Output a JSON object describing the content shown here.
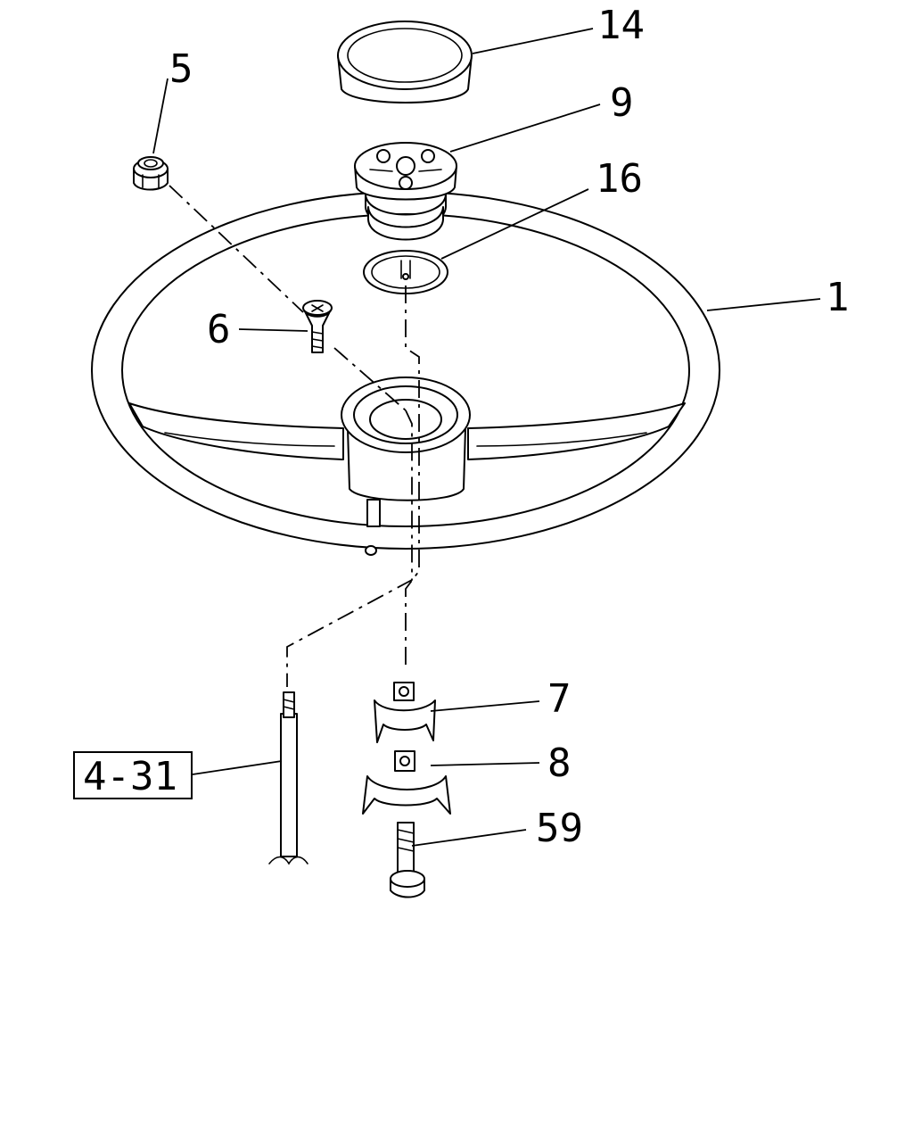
{
  "callouts": {
    "c1": "1",
    "c5": "5",
    "c6": "6",
    "c7": "7",
    "c8": "8",
    "c9": "9",
    "c14": "14",
    "c16": "16",
    "c59": "59"
  },
  "reference": {
    "label": "4-31"
  },
  "colors": {
    "line": "#000000",
    "background": "#ffffff"
  }
}
